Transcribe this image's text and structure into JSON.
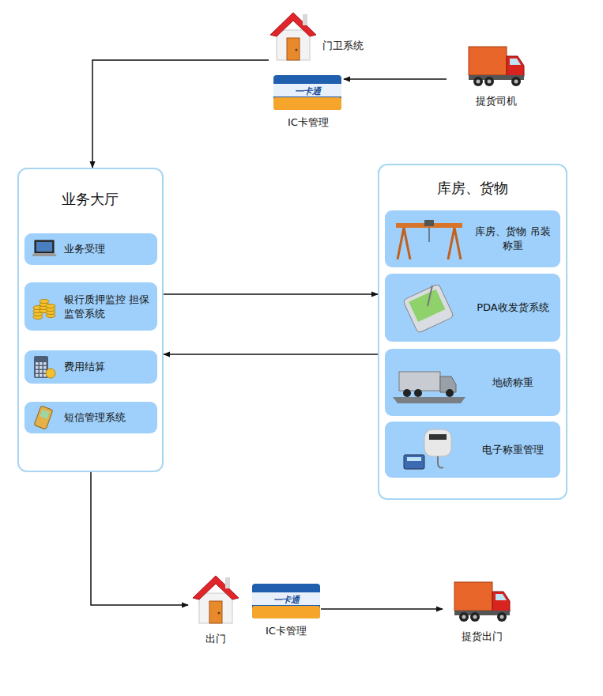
{
  "diagram": {
    "nodes": [
      {
        "text": [
          "门卫系统"
        ]
      },
      {
        "text": [
          "IC卡管理"
        ]
      },
      {
        "text": [
          "提货司机"
        ]
      },
      {
        "text": [
          "业务大厅"
        ]
      },
      {
        "text": [
          "业务受理"
        ],
        "in": 3
      },
      {
        "text": [
          "银行质押监控 担保监管系统"
        ],
        "in": 3
      },
      {
        "text": [
          "费用结算"
        ],
        "in": 3
      },
      {
        "text": [
          "短信管理系统"
        ],
        "in": 3
      },
      {
        "text": [
          "库房、货物"
        ]
      },
      {
        "text": [
          "库房、货物 吊装称重"
        ],
        "in": 8
      },
      {
        "text": [
          "PDA收发货系统"
        ],
        "in": 8
      },
      {
        "text": [
          "地磅称重"
        ],
        "in": 8
      },
      {
        "text": [
          "电子称重管理"
        ],
        "in": 8
      },
      {
        "text": [
          "出门"
        ]
      },
      {
        "text": [
          "IC卡管理"
        ]
      },
      {
        "text": [
          "提货出门"
        ]
      }
    ],
    "edges": [
      {
        "from": 2,
        "to": 1,
        "arrow": "to"
      },
      {
        "from": 0,
        "to": 3,
        "arrow": "to"
      },
      {
        "from": 3,
        "to": 8,
        "arrow": "to"
      },
      {
        "from": 8,
        "to": 3,
        "arrow": "to"
      },
      {
        "from": 3,
        "to": 13,
        "arrow": "to"
      },
      {
        "from": 14,
        "to": 15,
        "arrow": "to"
      }
    ],
    "labels": [
      "一卡通",
      "一卡通"
    ]
  }
}
